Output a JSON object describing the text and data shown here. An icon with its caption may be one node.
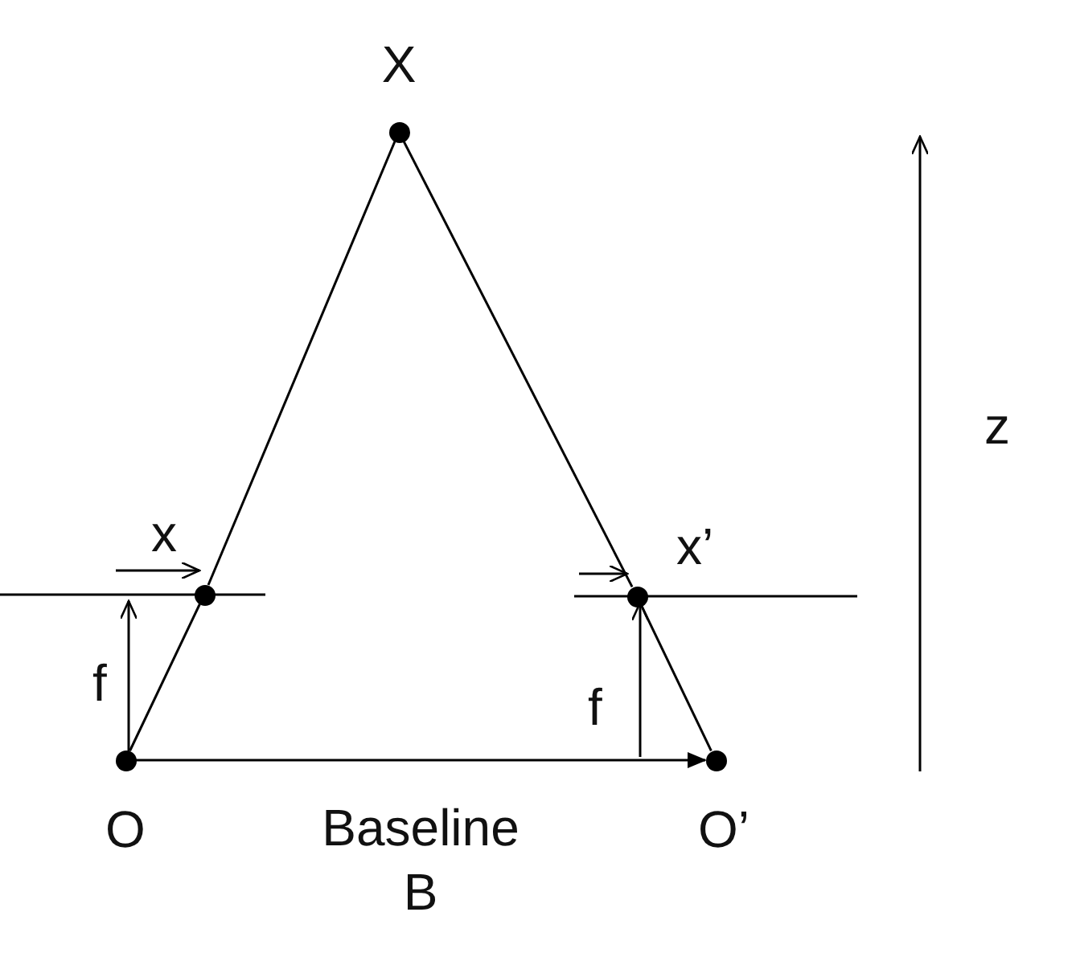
{
  "diagram": {
    "nodes": [
      {
        "text": [
          "X"
        ]
      },
      {
        "text": [
          "x"
        ]
      },
      {
        "text": [
          "x’"
        ]
      },
      {
        "text": [
          "O"
        ]
      },
      {
        "text": [
          "O’"
        ]
      }
    ],
    "edges": [
      {
        "from": 0,
        "to": 1,
        "arrow": "none"
      },
      {
        "from": 1,
        "to": 3,
        "arrow": "none"
      },
      {
        "from": 0,
        "to": 2,
        "arrow": "none"
      },
      {
        "from": 2,
        "to": 4,
        "arrow": "none"
      },
      {
        "from": 3,
        "to": 4,
        "arrow": "to",
        "label": "Baseline B"
      }
    ],
    "labels": [
      "f",
      "f",
      "z"
    ]
  }
}
